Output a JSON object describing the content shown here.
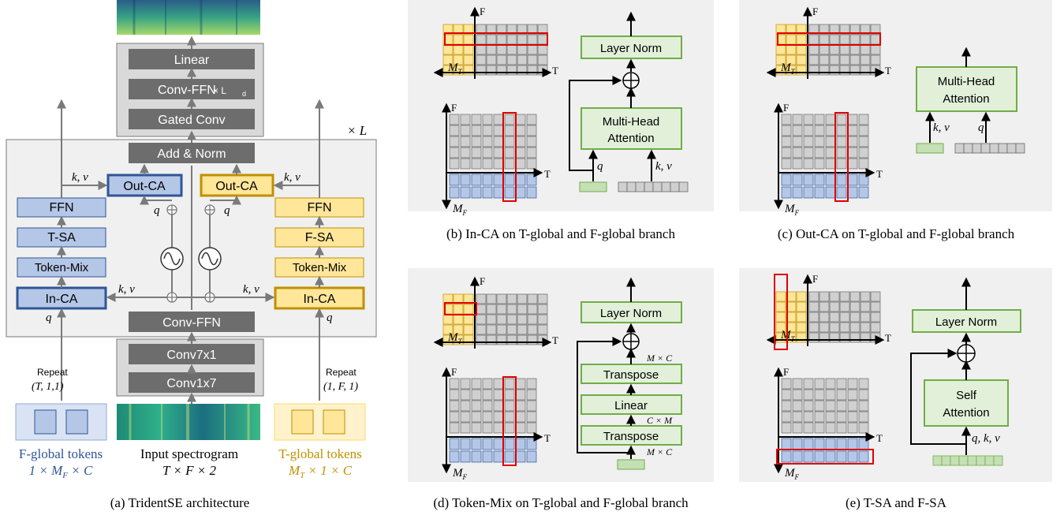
{
  "colors": {
    "panel_bg": "#f0f0f0",
    "frame_border": "#7a7a7a",
    "dark_block": "#6d6d6d",
    "light_gray_frame": "#d9d9d9",
    "blue_fill": "#b4c7e7",
    "blue_border": "#2f5597",
    "blue_text": "#2f5597",
    "yellow_fill": "#ffe699",
    "yellow_border": "#bf9000",
    "yellow_text": "#bf9000",
    "green_fill": "#e2f0d9",
    "green_border": "#70ad47",
    "red": "#e00000",
    "grid_gray": "#d0d0d0"
  },
  "arch": {
    "decoder_blocks": [
      "Linear",
      "Conv-FFN",
      "Gated Conv"
    ],
    "conv_ffn_repeat": "× L",
    "conv_ffn_repeat_sub": "d",
    "repeat_label": "× L",
    "add_norm": "Add & Norm",
    "out_ca_left": "Out-CA",
    "out_ca_right": "Out-CA",
    "left_branch": [
      "FFN",
      "T-SA",
      "Token-Mix",
      "In-CA"
    ],
    "right_branch": [
      "FFN",
      "F-SA",
      "Token-Mix",
      "In-CA"
    ],
    "conv_ffn_mid": "Conv-FFN",
    "encoder_blocks": [
      "Conv7x1",
      "Conv1x7"
    ],
    "kv": "k, v",
    "q": "q",
    "repeat_left": [
      "Repeat",
      "(T, 1,1)"
    ],
    "repeat_right": [
      "Repeat",
      "(1, F, 1)"
    ],
    "f_tokens_label": [
      "F-global tokens",
      "1 × M",
      "F",
      " × C"
    ],
    "input_label": [
      "Input spectrogram",
      "T × F × 2"
    ],
    "t_tokens_label": [
      "T-global tokens",
      "M",
      "T",
      " × 1 × C"
    ]
  },
  "panels": {
    "b": {
      "blocks": [
        "Layer Norm",
        "Multi-Head",
        "Attention"
      ],
      "q": "q",
      "kv": "k, v"
    },
    "c": {
      "blocks": [
        "Multi-Head",
        "Attention"
      ],
      "kv": "k, v",
      "q": "q"
    },
    "d": {
      "blocks": [
        "Layer Norm",
        "Transpose",
        "Linear",
        "Transpose"
      ],
      "dims": [
        "M × C",
        "C × M",
        "M × C"
      ]
    },
    "e": {
      "blocks": [
        "Layer Norm",
        "Self",
        "Attention"
      ],
      "qkv": "q, k, v"
    }
  },
  "axes": {
    "F": "F",
    "T": "T",
    "MT": "M",
    "MT_sub": "T",
    "MF": "M",
    "MF_sub": "F"
  },
  "captions": {
    "a": "(a) TridentSE architecture",
    "b": "(b) In-CA on T-global and F-global branch",
    "c": "(c) Out-CA on T-global and F-global branch",
    "d": "(d) Token-Mix on T-global and F-global branch",
    "e": "(e) T-SA and F-SA"
  }
}
